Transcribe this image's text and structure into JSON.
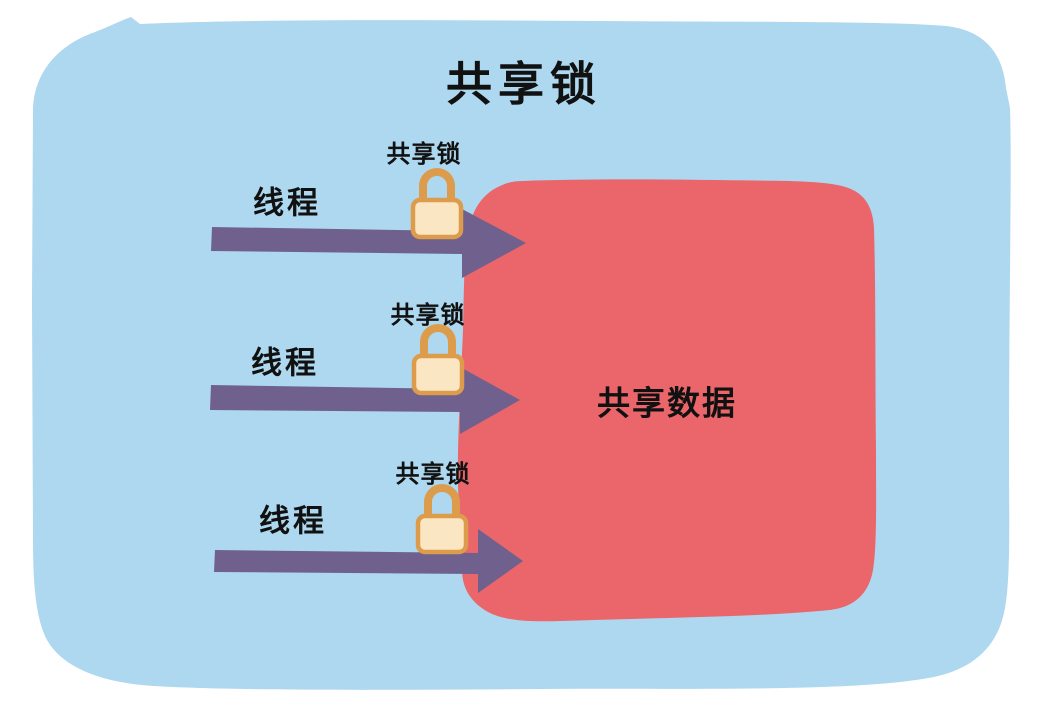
{
  "diagram": {
    "title": "共享锁",
    "shared_data_label": "共享数据",
    "threads": [
      {
        "label": "线程",
        "lock_label": "共享锁"
      },
      {
        "label": "线程",
        "lock_label": "共享锁"
      },
      {
        "label": "线程",
        "lock_label": "共享锁"
      }
    ]
  },
  "colors": {
    "page_background": "#ffffff",
    "panel_blue": "#ADD8EF",
    "data_red": "#EA666A",
    "arrow_purple": "#6F608D",
    "lock_fill": "#FAE6C2",
    "lock_border": "#DD9C4B",
    "text": "#111111"
  }
}
